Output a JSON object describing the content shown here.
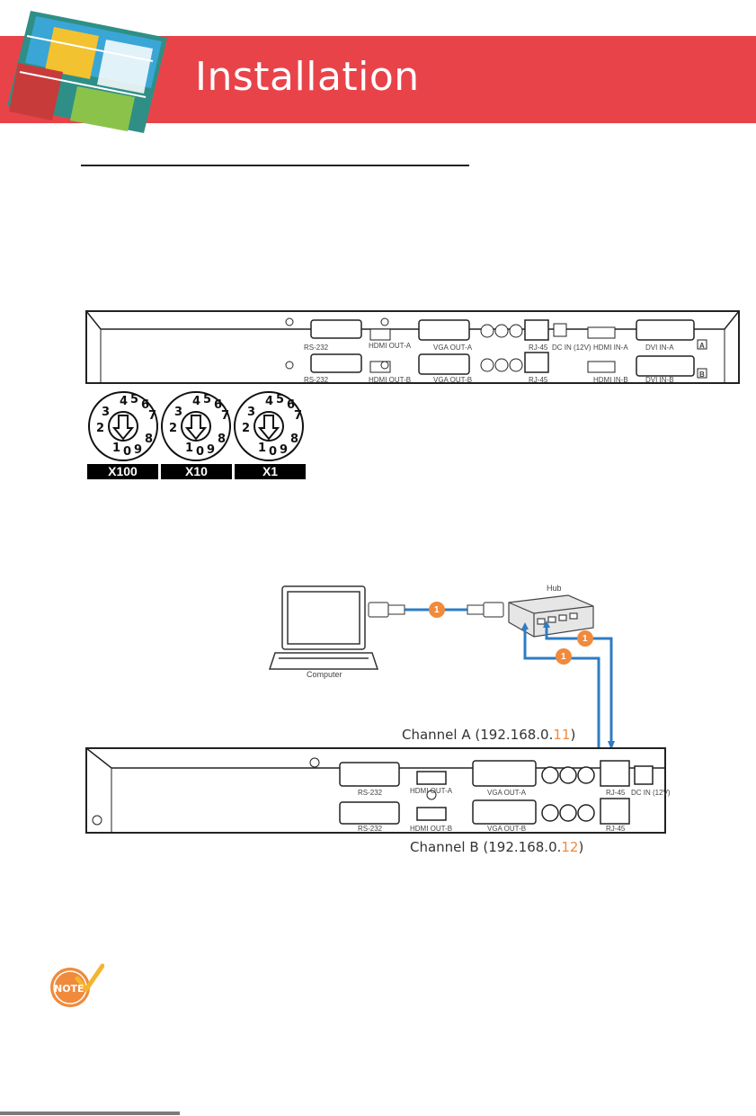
{
  "header": {
    "title": "Installation",
    "colors": {
      "banner": "#e9434a",
      "accent": "#f08a3c",
      "cable": "#2e7cc4"
    }
  },
  "dials": {
    "labels": [
      "X100",
      "X10",
      "X1"
    ],
    "digits": [
      "4",
      "5",
      "6",
      "7",
      "8",
      "9",
      "0",
      "1",
      "2",
      "3"
    ]
  },
  "rear_panel_top": {
    "row_a": [
      "RS-232",
      "HDMI OUT-A",
      "VGA OUT-A",
      "RJ-45",
      "DC IN (12V)",
      "HDMI IN-A",
      "DVI IN-A"
    ],
    "row_b": [
      "RS-232",
      "HDMI OUT-B",
      "VGA OUT-B",
      "RJ-45",
      "HDMI IN-B",
      "DVI IN-B"
    ],
    "tags": [
      "A",
      "B"
    ]
  },
  "diagram": {
    "hub_label": "Hub",
    "computer_label": "Computer",
    "cable_marker": "1",
    "channel_a": {
      "name": "Channel A",
      "ip_prefix": "192.168.0.",
      "ip_suffix": "11"
    },
    "channel_b": {
      "name": "Channel B",
      "ip_prefix": "192.168.0.",
      "ip_suffix": "12"
    },
    "row_a": [
      "RS-232",
      "HDMI OUT-A",
      "VGA OUT-A",
      "RJ-45",
      "DC IN (12V)"
    ],
    "row_b": [
      "RS-232",
      "HDMI OUT-B",
      "VGA OUT-B",
      "RJ-45"
    ]
  },
  "note": {
    "icon_text": "NOTE"
  }
}
